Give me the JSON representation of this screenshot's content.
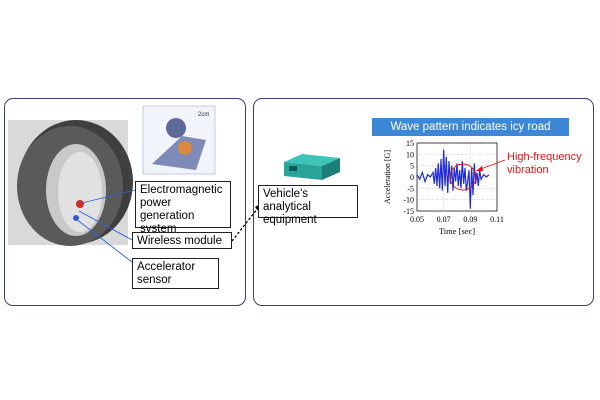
{
  "scale_bar_label": "2cm",
  "labels": {
    "power_generation": "Electromagnetic power generation system",
    "wireless_module": "Wireless module",
    "accelerator_sensor": "Accelerator sensor",
    "vehicle_equipment": "Vehicle's analytical equipment"
  },
  "chart_title": "Wave pattern indicates icy road",
  "annotation": "High-frequency vibration",
  "colors": {
    "panel_border": "#3a3f7a",
    "banner": "#3c87d6",
    "signal": "#1f2bd6",
    "annotation": "#e11111"
  },
  "chart_data": {
    "type": "line",
    "xlabel": "Time [sec]",
    "ylabel": "Acceleration [G]",
    "xlim": [
      0.05,
      0.11
    ],
    "ylim": [
      -15,
      15
    ],
    "xticks": [
      "0.05",
      "0.07",
      "0.09",
      "0.11"
    ],
    "yticks": [
      "15",
      "10",
      "5",
      "0",
      "-5",
      "-10",
      "-15"
    ],
    "series": [
      {
        "x": [
          0.05,
          0.052,
          0.054,
          0.056,
          0.058,
          0.06,
          0.062,
          0.063,
          0.064,
          0.065,
          0.066,
          0.067,
          0.068,
          0.069,
          0.07,
          0.071,
          0.072,
          0.073,
          0.074,
          0.075,
          0.076,
          0.077,
          0.078,
          0.079,
          0.08,
          0.081,
          0.082,
          0.083,
          0.084,
          0.085,
          0.086,
          0.087,
          0.088,
          0.089,
          0.09,
          0.091,
          0.092,
          0.093,
          0.094,
          0.095,
          0.096,
          0.097,
          0.098,
          0.1,
          0.102,
          0.104
        ],
        "y": [
          1,
          -1,
          2,
          -2,
          1,
          0,
          2,
          -3,
          4,
          -4,
          6,
          -5,
          8,
          -6,
          12,
          -4,
          9,
          -7,
          7,
          -3,
          5,
          -6,
          4,
          -2,
          6,
          -4,
          3,
          -5,
          7,
          -3,
          4,
          -6,
          -2,
          3,
          -14,
          4,
          -8,
          6,
          -3,
          2,
          -4,
          3,
          -1,
          1,
          0,
          1
        ]
      }
    ]
  }
}
